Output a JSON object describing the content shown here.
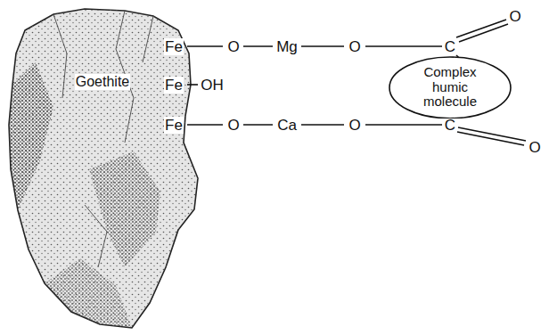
{
  "diagram": {
    "nodes": [
      {
        "text": [
          "Complex humic molecule"
        ]
      }
    ],
    "labels": [
      "Goethite",
      "Fe",
      "O",
      "Mg",
      "O",
      "C",
      "O",
      "Fe",
      "OH",
      "Fe",
      "O",
      "Ca",
      "O",
      "C",
      "O"
    ]
  }
}
